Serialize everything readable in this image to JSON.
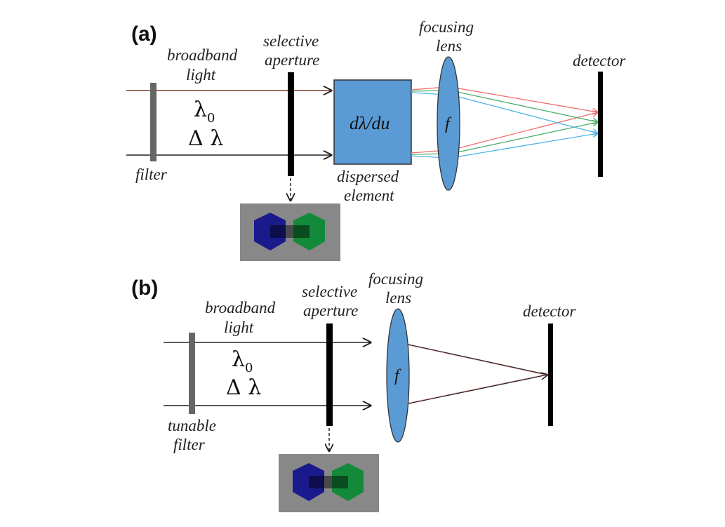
{
  "panel_a": {
    "label": "(a)",
    "broadband_line1": "broadband",
    "broadband_line2": "light",
    "lambda0": "λ",
    "lambda0_sub": "0",
    "delta_lambda": "Δ λ",
    "filter": "filter",
    "aperture_line1": "selective",
    "aperture_line2": "aperture",
    "dispersion": "dλ/du",
    "dispersed_line1": "dispersed",
    "dispersed_line2": "element",
    "lens_line1": "focusing",
    "lens_line2": "lens",
    "lens_symbol": "f",
    "detector": "detector"
  },
  "panel_b": {
    "label": "(b)",
    "broadband_line1": "broadband",
    "broadband_line2": "light",
    "lambda0": "λ",
    "lambda0_sub": "0",
    "delta_lambda": "Δ λ",
    "filter_line1": "tunable",
    "filter_line2": "filter",
    "aperture_line1": "selective",
    "aperture_line2": "aperture",
    "lens_line1": "focusing",
    "lens_line2": "lens",
    "lens_symbol": "f",
    "detector": "detector"
  },
  "colors": {
    "filter": "#666666",
    "aperture": "#000000",
    "dispersive_box": "#5b9bd5",
    "lens": "#5b9bd5",
    "ray_red": "#f06b6b",
    "ray_green": "#4caf6a",
    "ray_blue": "#4fb3e8",
    "inset_bg": "#888888",
    "hex_blue": "#1a1a8c",
    "hex_green": "#138a3a"
  }
}
